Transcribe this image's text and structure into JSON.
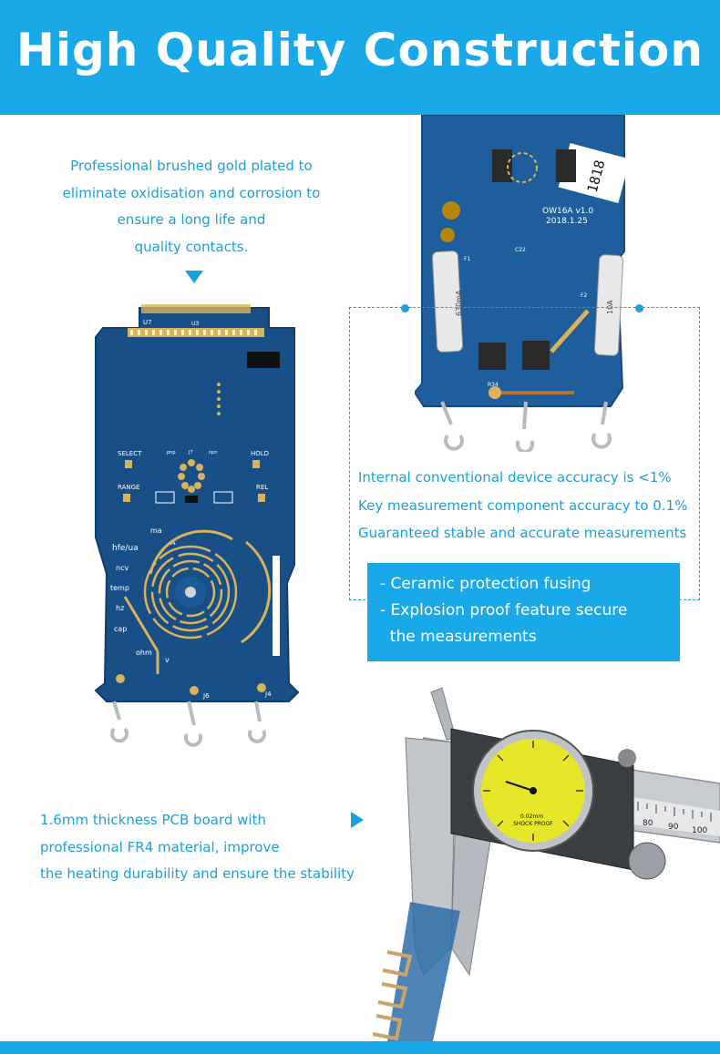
{
  "header": {
    "title": "High Quality Construction"
  },
  "gold_contacts": {
    "lines": [
      "Professional brushed gold plated to",
      "eliminate oxidisation and corrosion to",
      "ensure a long life and",
      "quality contacts."
    ]
  },
  "accuracy": {
    "lines": [
      "Internal conventional device accuracy is <1%",
      "Key measurement component accuracy to 0.1%",
      "Guaranteed stable and accurate measurements"
    ]
  },
  "fusing": {
    "lines": [
      "- Ceramic protection fusing",
      "- Explosion proof feature secure",
      "  the measurements"
    ]
  },
  "pcb": {
    "lines": [
      "1.6mm thickness PCB board with",
      "professional FR4 material, improve",
      "the heating durability and ensure the stability"
    ]
  },
  "board_labels": {
    "u7": "U7",
    "u3": "U3",
    "select": "SELECT",
    "hold": "HOLD",
    "range": "RANGE",
    "rel": "REL",
    "ma": "ma",
    "a": "A",
    "hfe": "hfe/ua",
    "ncv": "ncv",
    "temp": "temp",
    "hz": "hz",
    "cap": "cap",
    "ohm": "ohm",
    "v": "v",
    "j4": "J4",
    "j6": "J6",
    "pnp": "pnp",
    "npn": "npn",
    "j7": "J7"
  },
  "board_back_labels": {
    "sticker": "1818",
    "model": "OW16A  v1.0",
    "date": "2018.1.25",
    "fuse1": "630mA",
    "fuse2": "10A",
    "f1": "F1",
    "f2": "F2",
    "r34": "R34",
    "c22": "C22"
  },
  "caliper_labels": {
    "brand": "SHOCK PROOF",
    "res": "0.02mm",
    "scale": [
      "80",
      "90",
      "100"
    ]
  },
  "colors": {
    "accent": "#1aa9e8",
    "text_blue": "#1aa0dc",
    "pcb": "#184f86",
    "gold": "#d9b25a",
    "dial": "#e6e628"
  }
}
